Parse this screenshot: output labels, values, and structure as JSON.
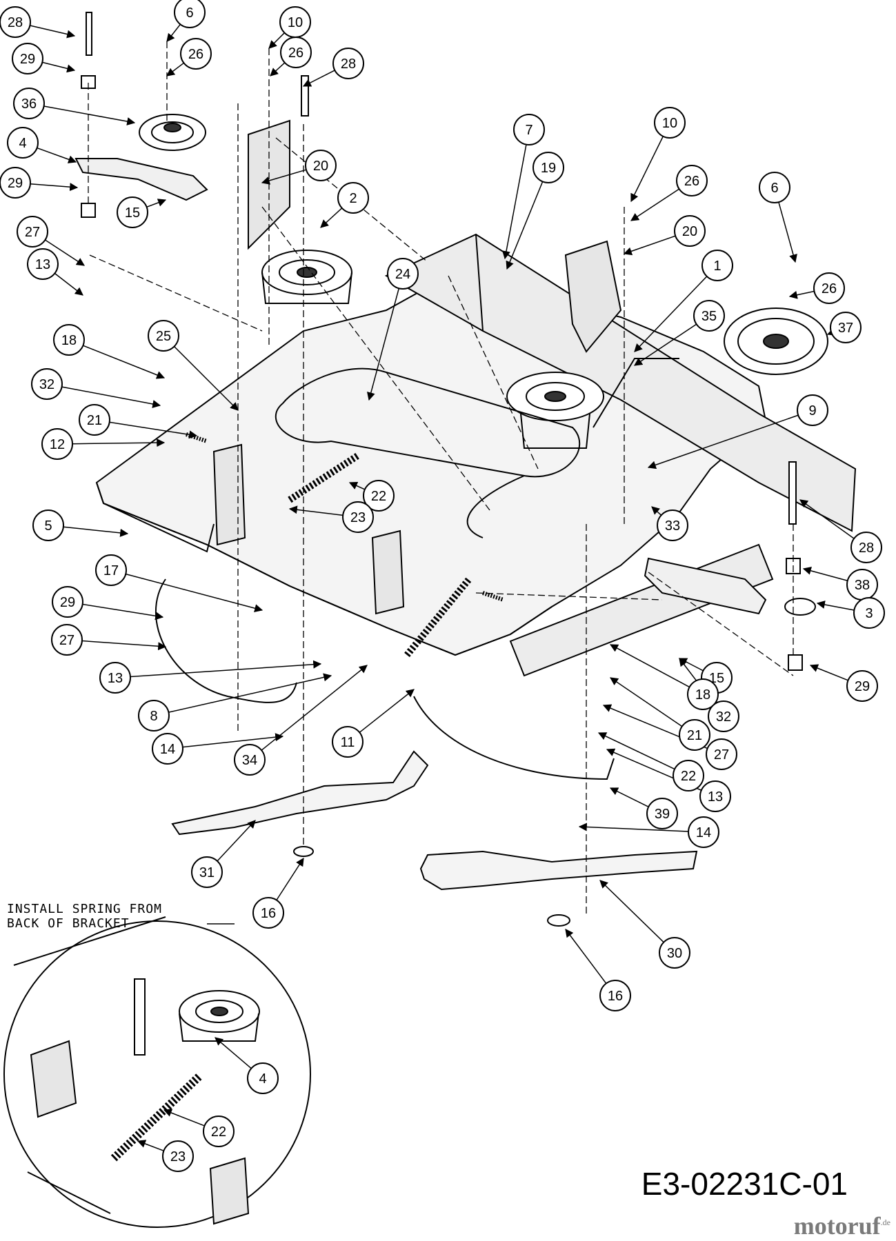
{
  "note": {
    "line1": "INSTALL SPRING FROM",
    "line2": "BACK OF BRACKET"
  },
  "drawing_code": "E3-02231C-01",
  "watermark": {
    "brand": "motoruf",
    "tld": ".de"
  },
  "callouts": [
    {
      "label": "28"
    },
    {
      "label": "6"
    },
    {
      "label": "10"
    },
    {
      "label": "26"
    },
    {
      "label": "26"
    },
    {
      "label": "28"
    },
    {
      "label": "29"
    },
    {
      "label": "36"
    },
    {
      "label": "4"
    },
    {
      "label": "20"
    },
    {
      "label": "29"
    },
    {
      "label": "15"
    },
    {
      "label": "2"
    },
    {
      "label": "7"
    },
    {
      "label": "19"
    },
    {
      "label": "10"
    },
    {
      "label": "26"
    },
    {
      "label": "20"
    },
    {
      "label": "6"
    },
    {
      "label": "1"
    },
    {
      "label": "26"
    },
    {
      "label": "27"
    },
    {
      "label": "13"
    },
    {
      "label": "24"
    },
    {
      "label": "35"
    },
    {
      "label": "37"
    },
    {
      "label": "18"
    },
    {
      "label": "25"
    },
    {
      "label": "32"
    },
    {
      "label": "21"
    },
    {
      "label": "9"
    },
    {
      "label": "12"
    },
    {
      "label": "22"
    },
    {
      "label": "23"
    },
    {
      "label": "33"
    },
    {
      "label": "5"
    },
    {
      "label": "28"
    },
    {
      "label": "17"
    },
    {
      "label": "29"
    },
    {
      "label": "38"
    },
    {
      "label": "3"
    },
    {
      "label": "27"
    },
    {
      "label": "13"
    },
    {
      "label": "15"
    },
    {
      "label": "8"
    },
    {
      "label": "18"
    },
    {
      "label": "29"
    },
    {
      "label": "32"
    },
    {
      "label": "14"
    },
    {
      "label": "34"
    },
    {
      "label": "11"
    },
    {
      "label": "21"
    },
    {
      "label": "27"
    },
    {
      "label": "22"
    },
    {
      "label": "13"
    },
    {
      "label": "39"
    },
    {
      "label": "14"
    },
    {
      "label": "31"
    },
    {
      "label": "16"
    },
    {
      "label": "30"
    },
    {
      "label": "16"
    },
    {
      "label": "4"
    },
    {
      "label": "22"
    },
    {
      "label": "23"
    }
  ]
}
